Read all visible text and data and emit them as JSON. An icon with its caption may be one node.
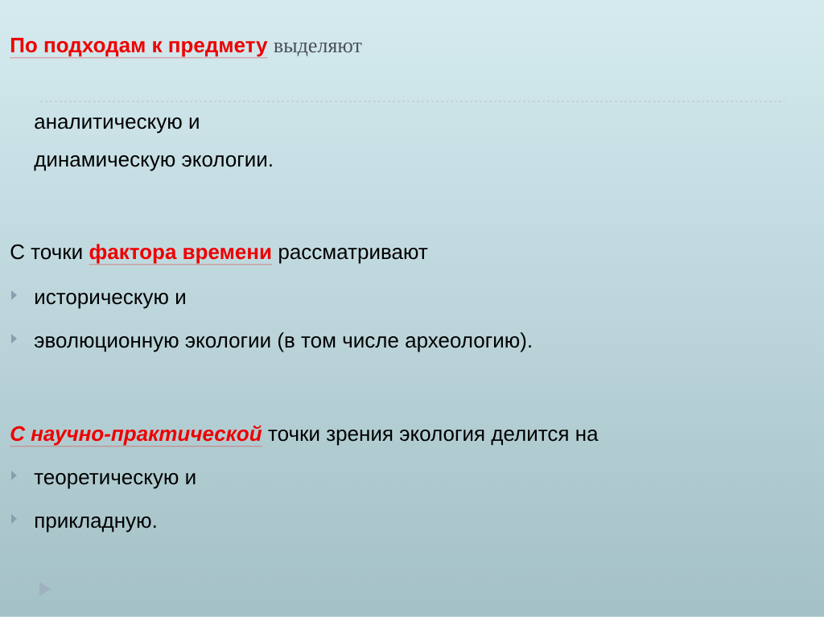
{
  "diagram": {
    "labels": [
      "По подходам к предмету",
      "выделяют",
      "аналитическую и",
      "динамическую экологии.",
      "С точки",
      "фактора времени",
      "рассматривают",
      "историческую и",
      "эволюционную экологии (в том числе археологию).",
      "С научно-практической",
      "точки зрения экология делится на",
      "теоретическую и",
      "прикладную."
    ]
  }
}
